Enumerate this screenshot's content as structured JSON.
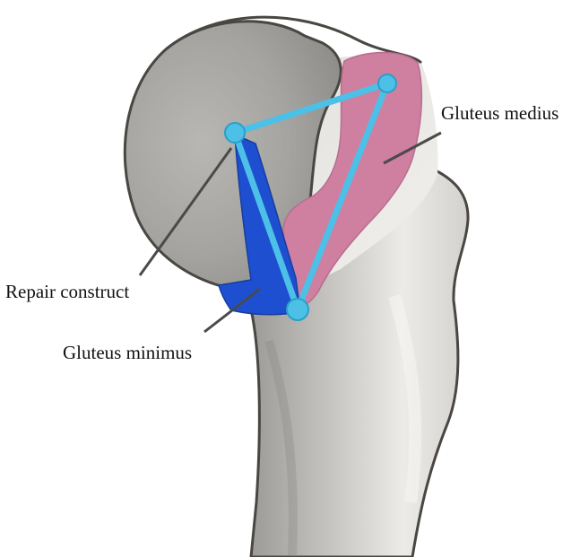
{
  "labels": {
    "gluteus_medius": "Gluteus medius",
    "repair_construct": "Repair construct",
    "gluteus_minimus": "Gluteus minimus"
  },
  "colors": {
    "background": "#ffffff",
    "bone_light": "#e6e5e2",
    "bone_shadow": "#9e9d9a",
    "bone_outline": "#4a4742",
    "gluteus_medius": "#cf7fa0",
    "gluteus_minimus": "#1e4fd0",
    "repair_construct": "#4cc0e6",
    "leader_line": "#4a4a4a"
  }
}
